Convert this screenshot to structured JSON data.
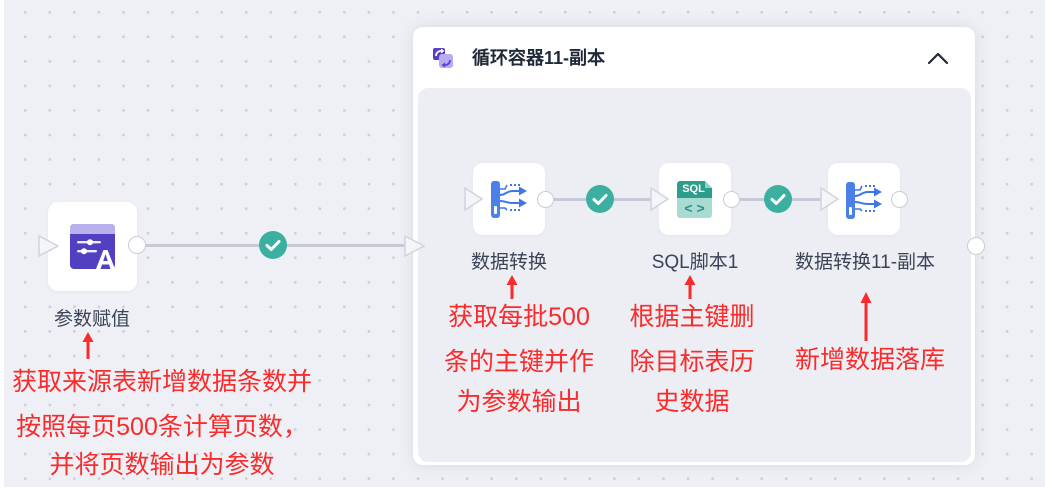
{
  "canvas": {
    "background": "#eef0f5"
  },
  "colors": {
    "edge": "#c5cad6",
    "success": "#3bb0a0",
    "annotation": "#f92b2b",
    "node_label": "#3b4457",
    "title": "#1f2937",
    "param_icon": "#5141c2",
    "transform_icon": "#3f78e6",
    "sql_icon": "#2e9e8c"
  },
  "param_node": {
    "label": "参数赋值",
    "icon": "param-assign-icon"
  },
  "edges": [
    {
      "from": "参数赋值",
      "to": "循环容器11-副本",
      "status": "success",
      "icon": "check-circle-icon"
    },
    {
      "from": "数据转换",
      "to": "SQL脚本1",
      "status": "success",
      "icon": "check-circle-icon"
    },
    {
      "from": "SQL脚本1",
      "to": "数据转换11-副本",
      "status": "success",
      "icon": "check-circle-icon"
    }
  ],
  "loop_container": {
    "title": "循环容器11-副本",
    "icon": "loop-container-icon",
    "collapse_icon": "chevron-up-icon",
    "nodes": [
      {
        "label": "数据转换",
        "icon": "data-transform-icon"
      },
      {
        "label": "SQL脚本1",
        "icon": "sql-script-icon",
        "icon_text": "SQL",
        "icon_code": "< >"
      },
      {
        "label": "数据转换11-副本",
        "icon": "data-transform-icon"
      }
    ]
  },
  "annotations": [
    {
      "target": "参数赋值",
      "lines": [
        "获取来源表新增数据条数并",
        "按照每页500条计算页数，",
        "并将页数输出为参数"
      ]
    },
    {
      "target": "数据转换",
      "lines": [
        "获取每批500",
        "条的主键并作",
        "为参数输出"
      ]
    },
    {
      "target": "SQL脚本1",
      "lines": [
        "根据主键删",
        "除目标表历",
        "史数据"
      ]
    },
    {
      "target": "数据转换11-副本",
      "lines": [
        "新增数据落库"
      ]
    }
  ]
}
